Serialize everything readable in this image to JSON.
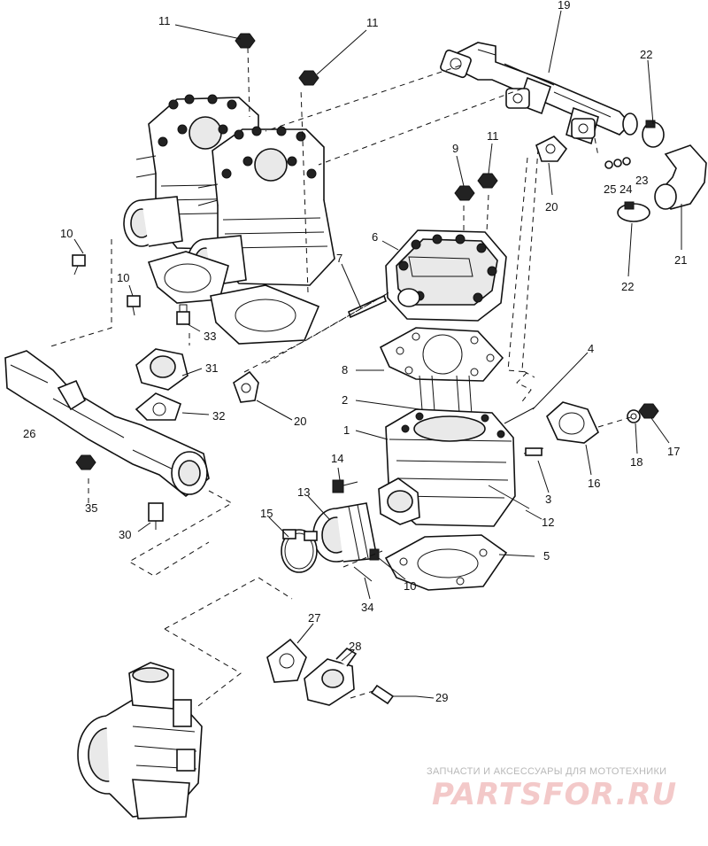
{
  "diagram": {
    "callouts": {
      "c1": "1",
      "c2": "2",
      "c3": "3",
      "c4": "4",
      "c5": "5",
      "c6": "6",
      "c7": "7",
      "c8": "8",
      "c9": "9",
      "c10a": "10",
      "c10b": "10",
      "c10c": "10",
      "c11a": "11",
      "c11b": "11",
      "c11c": "11",
      "c12": "12",
      "c13": "13",
      "c14": "14",
      "c15": "15",
      "c16": "16",
      "c17": "17",
      "c18": "18",
      "c19": "19",
      "c20a": "20",
      "c20b": "20",
      "c21": "21",
      "c22a": "22",
      "c22b": "22",
      "c23": "23",
      "c24": "24",
      "c25": "25",
      "c26": "26",
      "c27": "27",
      "c28": "28",
      "c29": "29",
      "c30": "30",
      "c31": "31",
      "c32": "32",
      "c33": "33",
      "c34": "34",
      "c35": "35"
    }
  },
  "watermark": {
    "tagline": "ЗАПЧАСТИ И АКСЕССУАРЫ ДЛЯ МОТОТЕХНИКИ",
    "logo": "PARTSFOR.RU"
  }
}
